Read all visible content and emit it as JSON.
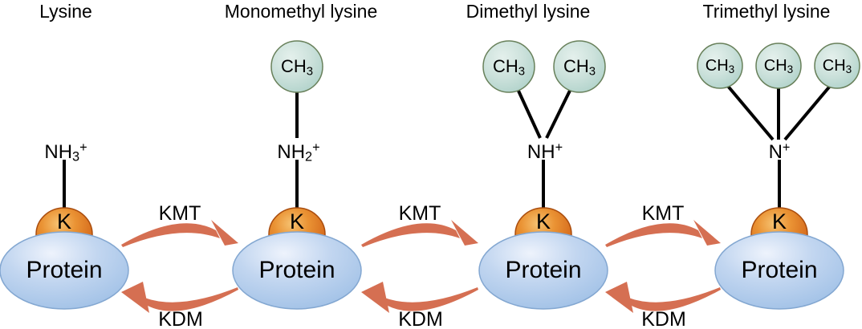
{
  "figure": {
    "background": "#ffffff",
    "units": [
      {
        "title": "Lysine",
        "amine": {
          "base": "NH",
          "sub": "3",
          "sup": "+"
        },
        "methyls": [],
        "protein_label": "Protein",
        "k_label": "K"
      },
      {
        "title": "Monomethyl lysine",
        "amine": {
          "base": "NH",
          "sub": "2",
          "sup": "+"
        },
        "methyls": [
          {
            "base": "CH",
            "sub": "3"
          }
        ],
        "protein_label": "Protein",
        "k_label": "K"
      },
      {
        "title": "Dimethyl lysine",
        "amine": {
          "base": "NH",
          "sub": "",
          "sup": "+"
        },
        "methyls": [
          {
            "base": "CH",
            "sub": "3"
          },
          {
            "base": "CH",
            "sub": "3"
          }
        ],
        "protein_label": "Protein",
        "k_label": "K"
      },
      {
        "title": "Trimethyl lysine",
        "amine": {
          "base": "N",
          "sub": "",
          "sup": "+"
        },
        "methyls": [
          {
            "base": "CH",
            "sub": "3"
          },
          {
            "base": "CH",
            "sub": "3"
          },
          {
            "base": "CH",
            "sub": "3"
          }
        ],
        "protein_label": "Protein",
        "k_label": "K"
      }
    ],
    "arrows": [
      {
        "forward": "KMT",
        "reverse": "KDM"
      },
      {
        "forward": "KMT",
        "reverse": "KDM"
      },
      {
        "forward": "KMT",
        "reverse": "KDM"
      }
    ],
    "colors": {
      "background": "#ffffff",
      "text": "#000000",
      "line": "#000000",
      "arrow": "#d56f52",
      "protein_highlight": "#eef3fc",
      "protein_mid": "#c2d6f0",
      "protein_edge": "#9fc0e6",
      "protein_stroke": "#83a7d1",
      "k_highlight": "#f6c271",
      "k_mid": "#ea9334",
      "k_edge": "#cf5e15",
      "k_stroke": "#aa4d0e",
      "methyl_highlight": "#e4f0ec",
      "methyl_mid": "#cde2dc",
      "methyl_edge": "#aed1c9",
      "methyl_stroke": "#68805a"
    }
  }
}
